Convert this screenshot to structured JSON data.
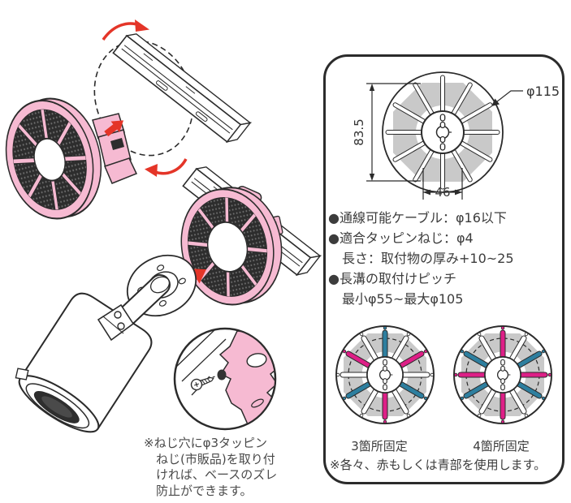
{
  "colors": {
    "pink_base": "#f6bad2",
    "red_arrow": "#e43528",
    "magenta_slot": "#de1f87",
    "teal_slot": "#2e7f9f",
    "gray_fill": "#c9c9c9",
    "line": "#2b2b2b"
  },
  "spec_panel": {
    "dimension_diagram": {
      "diameter_label": "φ115",
      "height_label": "83.5",
      "width_label": "46"
    },
    "lines": [
      {
        "text": "●通線可能ケーブル：φ16以下"
      },
      {
        "text": "●適合タッピンねじ：φ4"
      },
      {
        "text": "長さ：取付物の厚み+10~25"
      },
      {
        "text": "●長溝の取付けピッチ"
      },
      {
        "text": "最小φ55~最大φ105"
      }
    ],
    "fixing": [
      {
        "label": "3箇所固定",
        "slot_colors": [
          "#2e7f9f",
          "#ffffff",
          "#de1f87",
          "#ffffff",
          "#2e7f9f",
          "#ffffff",
          "#de1f87",
          "#ffffff",
          "#2e7f9f",
          "#ffffff",
          "#de1f87",
          "#ffffff"
        ]
      },
      {
        "label": "4箇所固定",
        "slot_colors": [
          "#de1f87",
          "#ffffff",
          "#2e7f9f",
          "#de1f87",
          "#2e7f9f",
          "#ffffff",
          "#de1f87",
          "#ffffff",
          "#2e7f9f",
          "#de1f87",
          "#2e7f9f",
          "#ffffff"
        ]
      }
    ],
    "note": "※各々、赤もしくは青部を使用します。"
  },
  "installation_note": {
    "lines": [
      {
        "text": "※ねじ穴にφ3タッピン"
      },
      {
        "text": "ねじ(市販品)を取り付"
      },
      {
        "text": "ければ、ベースのズレ"
      },
      {
        "text": "防止ができます。"
      }
    ]
  }
}
